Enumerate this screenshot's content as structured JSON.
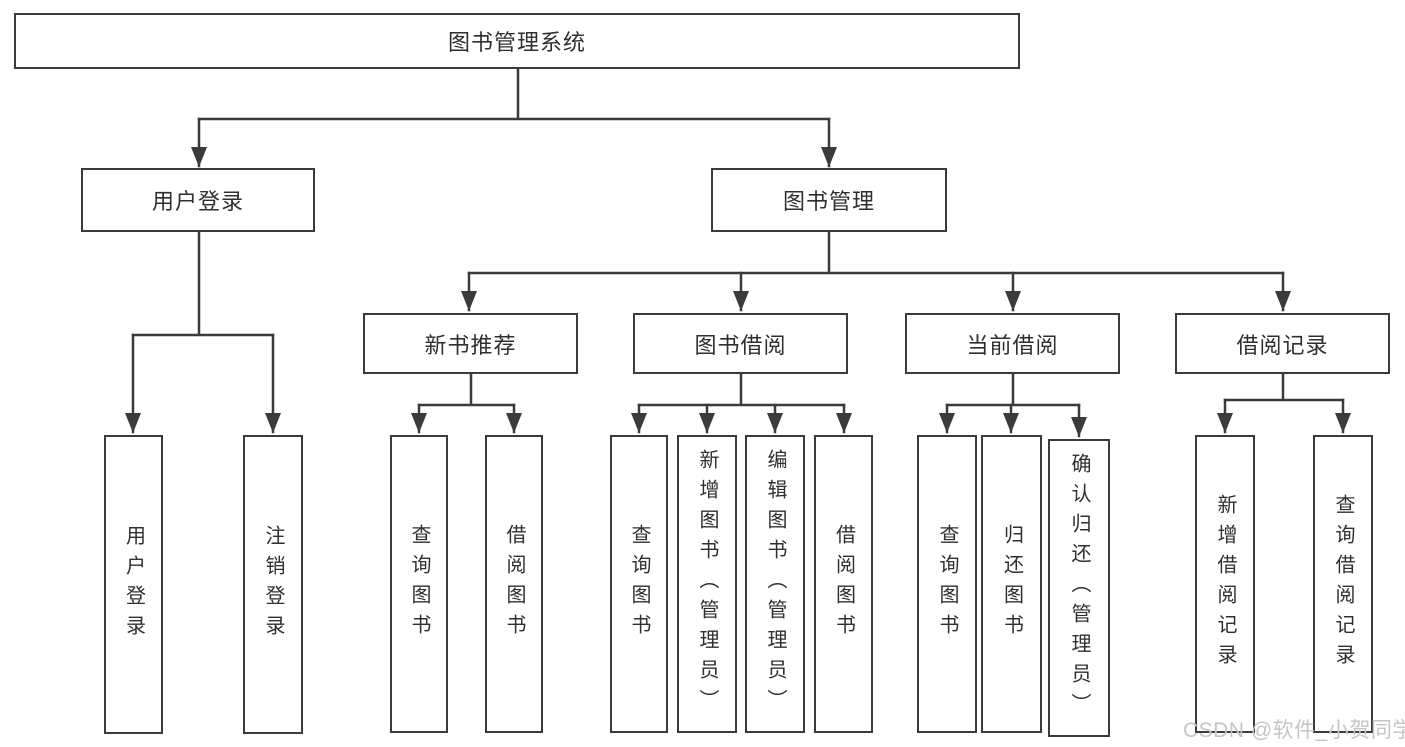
{
  "tree": {
    "root": {
      "label": "图书管理系统",
      "children": [
        {
          "label": "用户登录",
          "children": [
            {
              "label": "用户登录"
            },
            {
              "label": "注销登录"
            }
          ]
        },
        {
          "label": "图书管理",
          "children": [
            {
              "label": "新书推荐",
              "children": [
                {
                  "label": "查询图书"
                },
                {
                  "label": "借阅图书"
                }
              ]
            },
            {
              "label": "图书借阅",
              "children": [
                {
                  "label": "查询图书"
                },
                {
                  "label": "新增图书（管理员）"
                },
                {
                  "label": "编辑图书（管理员）"
                },
                {
                  "label": "借阅图书"
                }
              ]
            },
            {
              "label": "当前借阅",
              "children": [
                {
                  "label": "查询图书"
                },
                {
                  "label": "归还图书"
                },
                {
                  "label": "确认归还（管理员）"
                }
              ]
            },
            {
              "label": "借阅记录",
              "children": [
                {
                  "label": "新增借阅记录"
                },
                {
                  "label": "查询借阅记录"
                }
              ]
            }
          ]
        }
      ]
    }
  },
  "watermark": "CSDN @软件_小贺同学",
  "colors": {
    "line": "#3b3b3b",
    "text": "#2f2f2f",
    "watermark": "#c5c5c5",
    "background": "#ffffff"
  }
}
